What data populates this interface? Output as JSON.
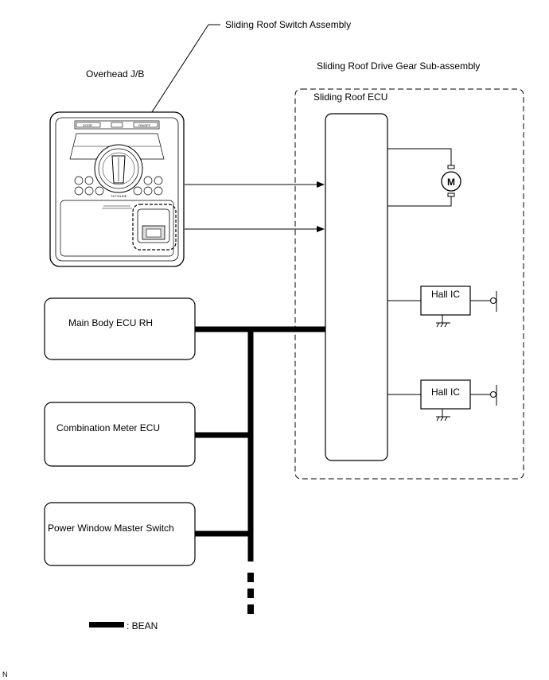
{
  "labels": {
    "switch_assembly": "Sliding Roof Switch Assembly",
    "overhead_jb": "Overhead J/B",
    "drive_gear": "Sliding Roof Drive Gear Sub-assembly",
    "ecu": "Sliding Roof ECU",
    "main_body_ecu": "Main Body ECU RH",
    "combination_meter": "Combination Meter ECU",
    "power_window": "Power Window Master Switch",
    "hall_ic_1": "Hall IC",
    "hall_ic_2": "Hall IC",
    "motor": "M",
    "legend": ": BEAN",
    "corner_mark": "N"
  },
  "panel_text": {
    "left_button": "DOOR",
    "right_button": "ON/OFF",
    "knob_label": "TILT/SLIDE"
  }
}
